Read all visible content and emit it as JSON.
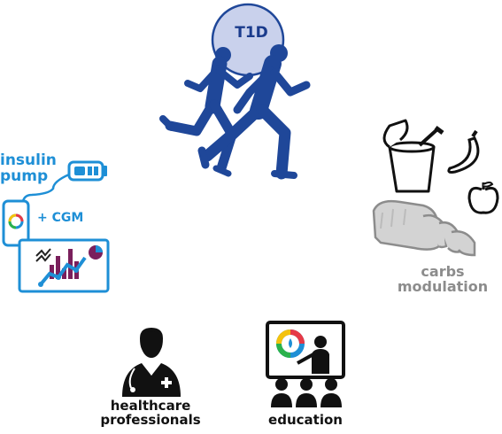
{
  "center": {
    "badge": "T1D",
    "color": "#1f4799",
    "badge_fill": "#c9d1ec",
    "icon": "runners-icon"
  },
  "insulin": {
    "label": "insulin pump",
    "cgm_label": "+ CGM",
    "color": "#1e8fd6",
    "icons": [
      "insulin-pump-icon",
      "smartphone-icon",
      "chart-panel-icon"
    ]
  },
  "carbs": {
    "label": "carbs modulation",
    "color": "#8c8c8c",
    "icons": [
      "yogurt-icon",
      "banana-icon",
      "apple-icon",
      "bread-icon"
    ]
  },
  "healthcare": {
    "label": "healthcare professionals",
    "icon": "doctor-icon"
  },
  "education": {
    "label": "education",
    "icon": "presentation-icon"
  }
}
